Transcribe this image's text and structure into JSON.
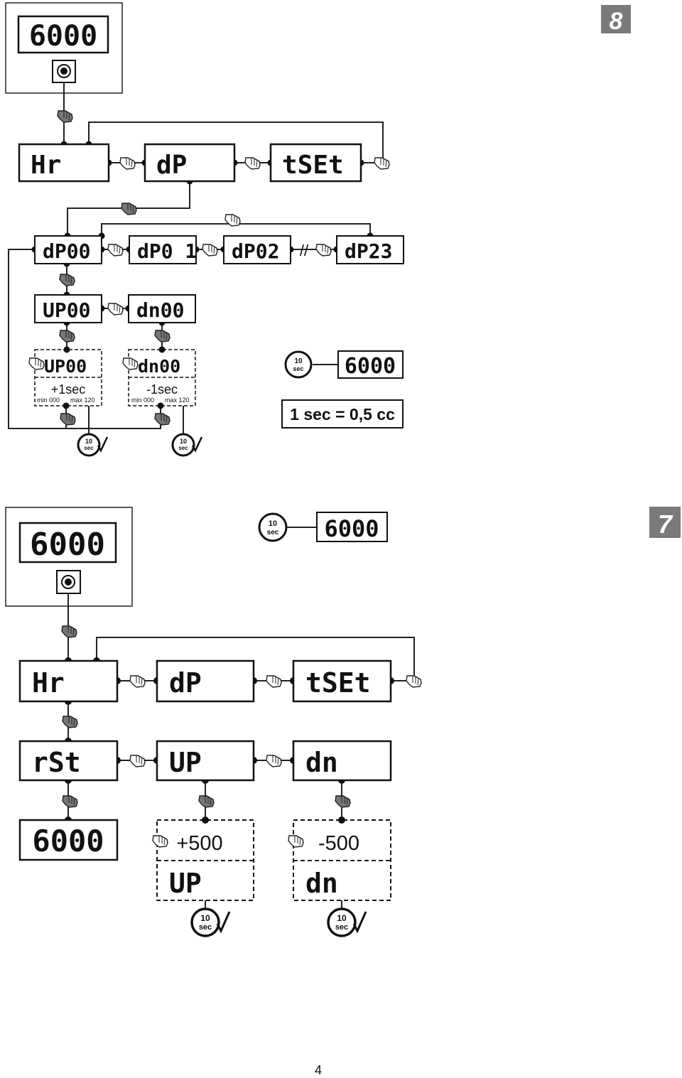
{
  "sections": {
    "eight": {
      "badge": "8",
      "device_display": "6000",
      "menu": [
        "Hr",
        "dP",
        "tSEt"
      ],
      "dp_items": [
        "dP00",
        "dP0 1",
        "dP02",
        "dP23"
      ],
      "skip_mark": "//",
      "up_label": "UP00",
      "dn_label": "dn00",
      "up_adjust": "+1sec",
      "dn_adjust": "-1sec",
      "range_min": "min 000",
      "range_max": "max 120",
      "timeout_display": "6000",
      "ratio": "1 sec = 0,5 cc"
    },
    "seven": {
      "badge": "7",
      "device_display": "6000",
      "timeout_display": "6000",
      "menu": [
        "Hr",
        "dP",
        "tSEt"
      ],
      "sub": [
        "rSt",
        "UP",
        "dn"
      ],
      "reset_display": "6000",
      "up_value": "+500",
      "dn_value": "-500",
      "up_label": "UP",
      "dn_label": "dn"
    }
  },
  "timer": {
    "number": "10",
    "unit": "sec"
  },
  "page_number": "4"
}
